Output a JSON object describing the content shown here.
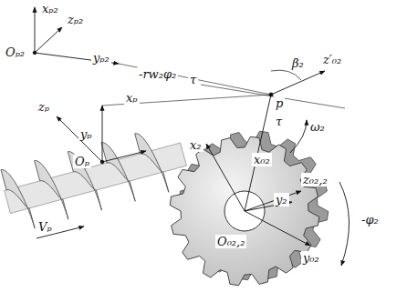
{
  "diagram": {
    "labels": [
      "xₚ₂",
      "zₚ₂",
      "Oₚ₂",
      "yₚ₂",
      "xₚ",
      "-rw₂φ₂",
      "τ",
      "β₂",
      "z′₀₂",
      "zₚ",
      "Oₚ",
      "yₚ",
      "p",
      "τ",
      "ω₂",
      "x₂",
      "x₀₂",
      "z₀₂,₂",
      "y₂",
      "O₀₂,₂",
      "Vₚ",
      "y₀₂",
      "-φ₂"
    ]
  }
}
